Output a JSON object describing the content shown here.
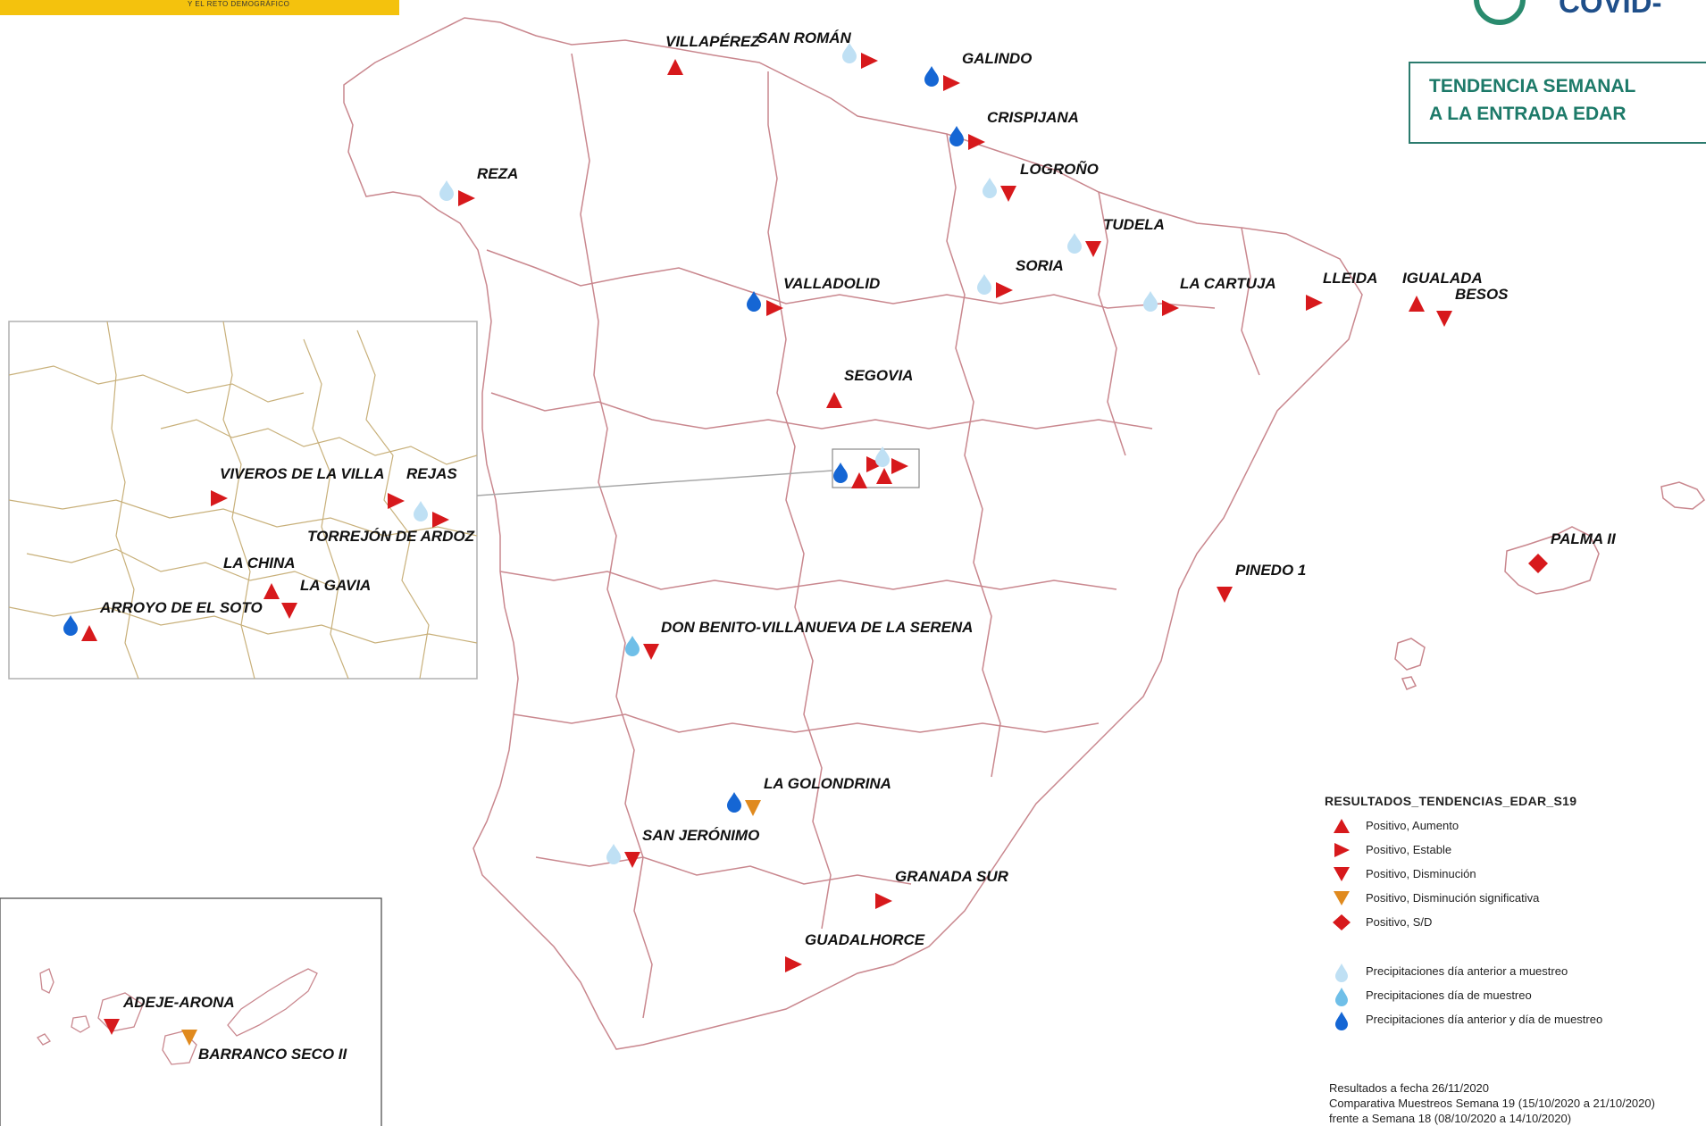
{
  "header": {
    "ministry_text": "Y EL RETO DEMOGRÁFICO"
  },
  "logo": {
    "text": "COVID-"
  },
  "title": {
    "line1": "TENDENCIA SEMANAL",
    "line2": "A LA ENTRADA EDAR"
  },
  "colors": {
    "red": "#d7191c",
    "orange": "#e08a1e",
    "drop_light": "#bfe0f4",
    "drop_mid": "#6fbfe8",
    "drop_dark": "#1566d4",
    "border": "#c9878e",
    "inset_border": "#c8b07a"
  },
  "stations": [
    {
      "id": "villaperez",
      "name": "VILLAPÉREZ",
      "status": "aumento"
    },
    {
      "id": "san-roman",
      "name": "SAN ROMÁN",
      "status": "estable",
      "precip": "anterior"
    },
    {
      "id": "galindo",
      "name": "GALINDO",
      "status": "estable",
      "precip": "ambos"
    },
    {
      "id": "crispijana",
      "name": "CRISPIJANA",
      "status": "estable",
      "precip": "ambos"
    },
    {
      "id": "logrono",
      "name": "LOGROÑO",
      "status": "disminucion",
      "precip": "anterior"
    },
    {
      "id": "reza",
      "name": "REZA",
      "status": "estable",
      "precip": "anterior"
    },
    {
      "id": "tudela",
      "name": "TUDELA",
      "status": "disminucion",
      "precip": "anterior"
    },
    {
      "id": "soria",
      "name": "SORIA",
      "status": "estable",
      "precip": "anterior"
    },
    {
      "id": "la-cartuja",
      "name": "LA CARTUJA",
      "status": "estable",
      "precip": "anterior"
    },
    {
      "id": "lleida",
      "name": "LLEIDA",
      "status": "estable"
    },
    {
      "id": "igualada",
      "name": "IGUALADA",
      "status": "aumento"
    },
    {
      "id": "besos",
      "name": "BESOS",
      "status": "disminucion"
    },
    {
      "id": "valladolid",
      "name": "VALLADOLID",
      "status": "estable",
      "precip": "ambos"
    },
    {
      "id": "segovia",
      "name": "SEGOVIA",
      "status": "aumento"
    },
    {
      "id": "palma-ii",
      "name": "PALMA II",
      "status": "sd"
    },
    {
      "id": "pinedo-1",
      "name": "PINEDO 1",
      "status": "disminucion"
    },
    {
      "id": "don-benito",
      "name": "DON BENITO-VILLANUEVA DE LA SERENA",
      "status": "disminucion",
      "precip": "dia"
    },
    {
      "id": "la-golondrina",
      "name": "LA GOLONDRINA",
      "status": "disminucion-significativa",
      "precip": "ambos"
    },
    {
      "id": "san-jeronimo",
      "name": "SAN JERÓNIMO",
      "status": "disminucion",
      "precip": "anterior"
    },
    {
      "id": "granada-sur",
      "name": "GRANADA SUR",
      "status": "estable"
    },
    {
      "id": "guadalhorce",
      "name": "GUADALHORCE",
      "status": "estable"
    },
    {
      "id": "adeje-arona",
      "name": "ADEJE-ARONA",
      "status": "disminucion"
    },
    {
      "id": "barranco-seco-ii",
      "name": "BARRANCO SECO II",
      "status": "disminucion-significativa"
    }
  ],
  "madrid_inset": [
    {
      "id": "viveros",
      "name": "VIVEROS DE LA VILLA",
      "status": "estable"
    },
    {
      "id": "rejas",
      "name": "REJAS",
      "status": "estable",
      "precip": "anterior"
    },
    {
      "id": "torrejon",
      "name": "TORREJÓN DE ARDOZ",
      "status": "estable"
    },
    {
      "id": "la-china",
      "name": "LA CHINA",
      "status": "aumento"
    },
    {
      "id": "la-gavia",
      "name": "LA GAVIA",
      "status": "disminucion"
    },
    {
      "id": "arroyo-soto",
      "name": "ARROYO DE EL SOTO",
      "status": "aumento",
      "precip": "ambos"
    }
  ],
  "legend": {
    "title": "RESULTADOS_TENDENCIAS_EDAR_S19",
    "items": [
      {
        "symbol": "aumento",
        "label": "Positivo, Aumento"
      },
      {
        "symbol": "estable",
        "label": "Positivo, Estable"
      },
      {
        "symbol": "disminucion",
        "label": "Positivo, Disminución"
      },
      {
        "symbol": "disminucion-significativa",
        "label": "Positivo, Disminución significativa"
      },
      {
        "symbol": "sd",
        "label": "Positivo, S/D"
      }
    ],
    "precip_items": [
      {
        "symbol": "anterior",
        "label": "Precipitaciones día anterior a muestreo"
      },
      {
        "symbol": "dia",
        "label": "Precipitaciones día de muestreo"
      },
      {
        "symbol": "ambos",
        "label": "Precipitaciones día anterior y día de muestreo"
      }
    ]
  },
  "footer": {
    "line1": "Resultados a fecha 26/11/2020",
    "line2": "Comparativa Muestreos Semana 19 (15/10/2020 a 21/10/2020)",
    "line3": "frente a Semana 18 (08/10/2020 a 14/10/2020)"
  }
}
